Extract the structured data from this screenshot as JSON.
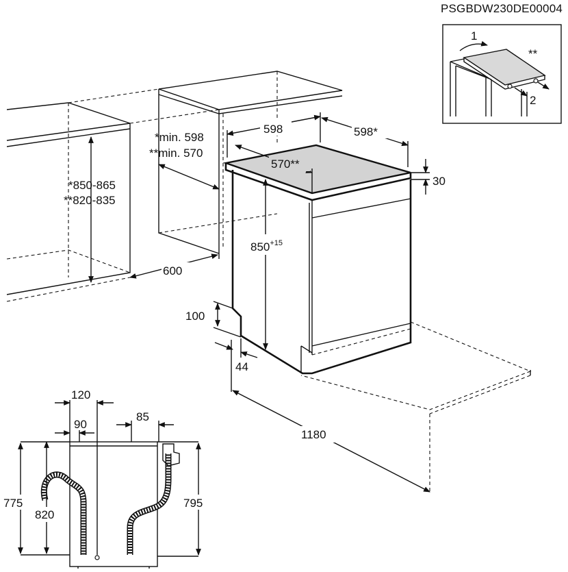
{
  "reference_code": "PSGBDW230DE00004",
  "inset": {
    "step_1": "1",
    "step_2": "2",
    "marker": "**"
  },
  "cabinet": {
    "height_star": "*850-865",
    "height_double_star": "**820-835",
    "depth": "600",
    "gap_star": "*min. 598",
    "gap_double_star": "**min. 570"
  },
  "appliance": {
    "width": "598",
    "width_star": "598*",
    "depth_double_star": "570**",
    "top_thickness": "30",
    "height_base": "850",
    "height_sup": "+15",
    "plinth_height": "100",
    "plinth_recess": "44",
    "door_open_depth": "1180"
  },
  "rear_view": {
    "dim_120": "120",
    "dim_90": "90",
    "dim_85": "85",
    "dim_775": "775",
    "dim_820": "820",
    "dim_795": "795"
  }
}
